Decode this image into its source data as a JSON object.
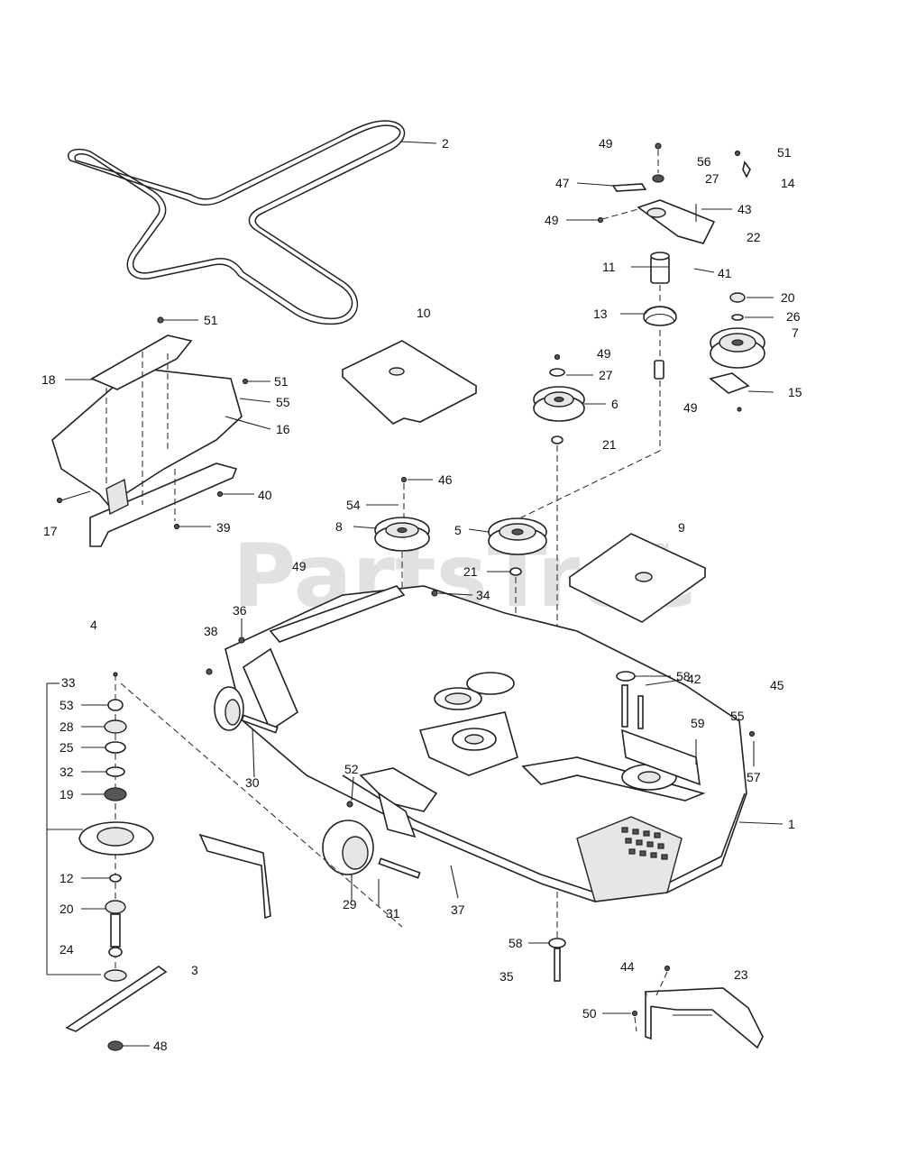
{
  "watermark": {
    "text": "PartsTree",
    "tm": "TM"
  },
  "parts": {
    "1": "1",
    "2": "2",
    "3": "3",
    "4": "4",
    "5": "5",
    "6": "6",
    "7": "7",
    "8": "8",
    "9": "9",
    "10": "10",
    "11": "11",
    "12": "12",
    "13": "13",
    "14": "14",
    "15": "15",
    "16": "16",
    "17": "17",
    "18": "18",
    "19": "19",
    "20": "20",
    "21": "21",
    "22": "22",
    "23": "23",
    "24": "24",
    "25": "25",
    "26": "26",
    "27": "27",
    "28": "28",
    "29": "29",
    "30": "30",
    "31": "31",
    "32": "32",
    "33": "33",
    "34": "34",
    "35": "35",
    "36": "36",
    "37": "37",
    "38": "38",
    "39": "39",
    "40": "40",
    "41": "41",
    "42": "42",
    "43": "43",
    "44": "44",
    "45": "45",
    "46": "46",
    "47": "47",
    "48": "48",
    "49": "49",
    "50": "50",
    "51": "51",
    "52": "52",
    "53": "53",
    "54": "54",
    "55": "55",
    "56": "56",
    "57": "57",
    "58": "58",
    "59": "59"
  }
}
